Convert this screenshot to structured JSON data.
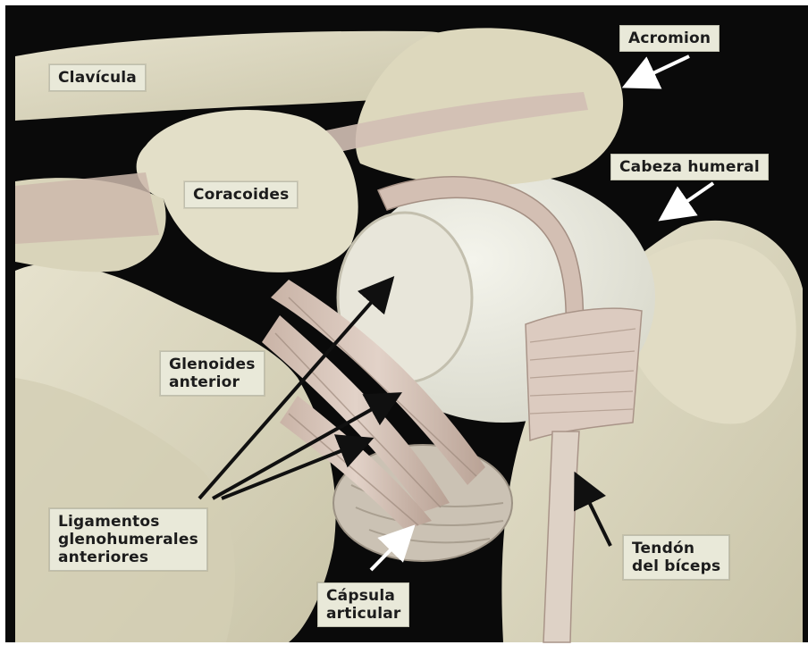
{
  "colors": {
    "background": "#0a0a0a",
    "bone": "#ddd9c3",
    "bone_shadow": "#b9b49a",
    "ligament": "#d5c2b8",
    "ligament_dark": "#a99488",
    "humeral_head": "#eeeee4",
    "label_bg": "#e9e9d9",
    "arrow_white": "#ffffff",
    "arrow_black": "#101010"
  },
  "labels": {
    "clavicula": "Clavícula",
    "acromion": "Acromion",
    "coracoides": "Coracoides",
    "cabeza_humeral": "Cabeza humeral",
    "glenoides": "Glenoides\nanterior",
    "ligamentos": "Ligamentos\nglenohumerales\nanteriores",
    "capsula": "Cápsula\narticular",
    "tendon": "Tendón\ndel bíceps"
  }
}
